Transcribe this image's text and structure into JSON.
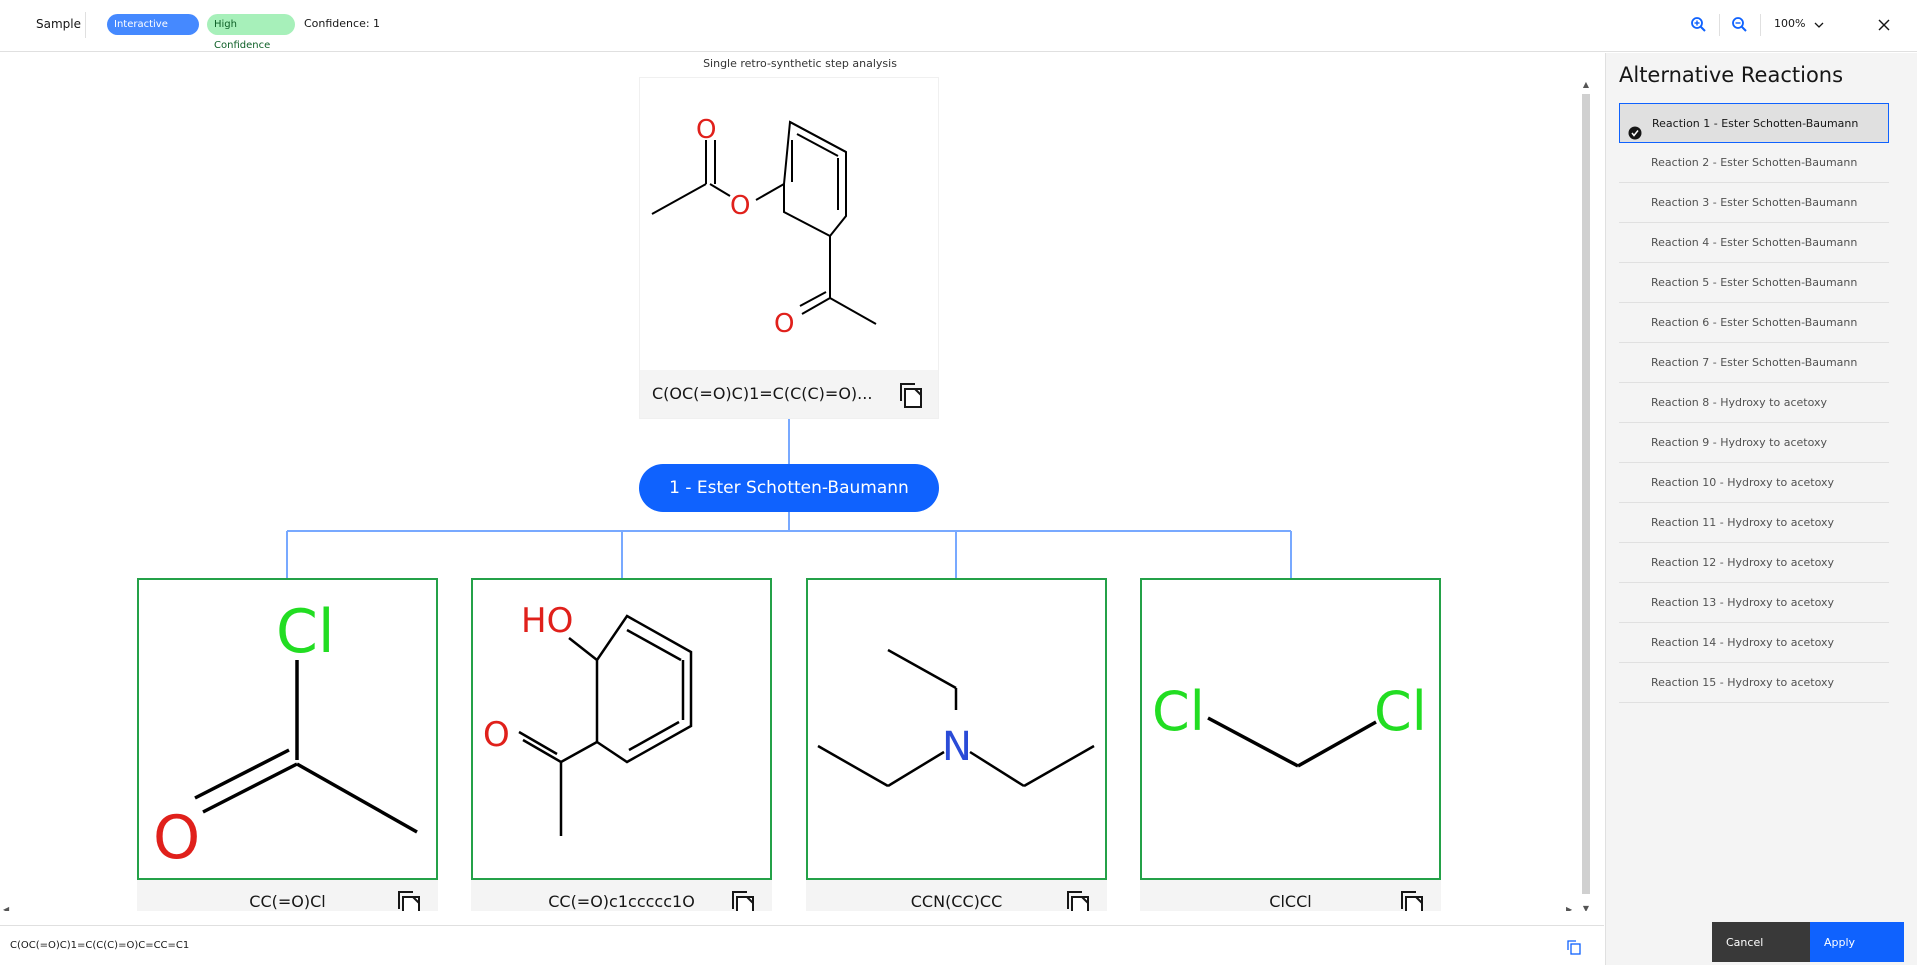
{
  "topbar": {
    "sample_label": "Sample",
    "mode_tag": "Interactive Mode",
    "confidence_tag": "High Confidence",
    "confidence_text": "Confidence: 1",
    "zoom_level": "100%"
  },
  "canvas": {
    "title": "Single retro-synthetic step analysis",
    "target": {
      "smiles_display": "C(OC(=O)C)1=C(C(C)=O)..."
    },
    "reaction_label": "1 - Ester Schotten-Baumann",
    "reactants": [
      {
        "smiles": "CC(=O)Cl"
      },
      {
        "smiles": "CC(=O)c1ccccc1O"
      },
      {
        "smiles": "CCN(CC)CC"
      },
      {
        "smiles": "ClCCl"
      }
    ],
    "atom_labels": {
      "o": "O",
      "cl": "Cl",
      "ho": "HO",
      "n": "N"
    }
  },
  "bottombar": {
    "smiles": "C(OC(=O)C)1=C(C(C)=O)C=CC=C1"
  },
  "sidepanel": {
    "title": "Alternative Reactions",
    "items": [
      {
        "label": "Reaction 1 - Ester Schotten-Baumann"
      },
      {
        "label": "Reaction 2 - Ester Schotten-Baumann"
      },
      {
        "label": "Reaction 3 - Ester Schotten-Baumann"
      },
      {
        "label": "Reaction 4 - Ester Schotten-Baumann"
      },
      {
        "label": "Reaction 5 - Ester Schotten-Baumann"
      },
      {
        "label": "Reaction 6 - Ester Schotten-Baumann"
      },
      {
        "label": "Reaction 7 - Ester Schotten-Baumann"
      },
      {
        "label": "Reaction 8 - Hydroxy to acetoxy"
      },
      {
        "label": "Reaction 9 - Hydroxy to acetoxy"
      },
      {
        "label": "Reaction 10 - Hydroxy to acetoxy"
      },
      {
        "label": "Reaction 11 - Hydroxy to acetoxy"
      },
      {
        "label": "Reaction 12 - Hydroxy to acetoxy"
      },
      {
        "label": "Reaction 13 - Hydroxy to acetoxy"
      },
      {
        "label": "Reaction 14 - Hydroxy to acetoxy"
      },
      {
        "label": "Reaction 15 - Hydroxy to acetoxy"
      }
    ],
    "cancel_label": "Cancel",
    "apply_label": "Apply"
  },
  "colors": {
    "primary": "#0f62fe",
    "reactant_border": "#24a148",
    "connector": "#78a9ff",
    "oxygen": "#e0201b",
    "chlorine": "#22dd22",
    "nitrogen": "#2a4bd7"
  }
}
